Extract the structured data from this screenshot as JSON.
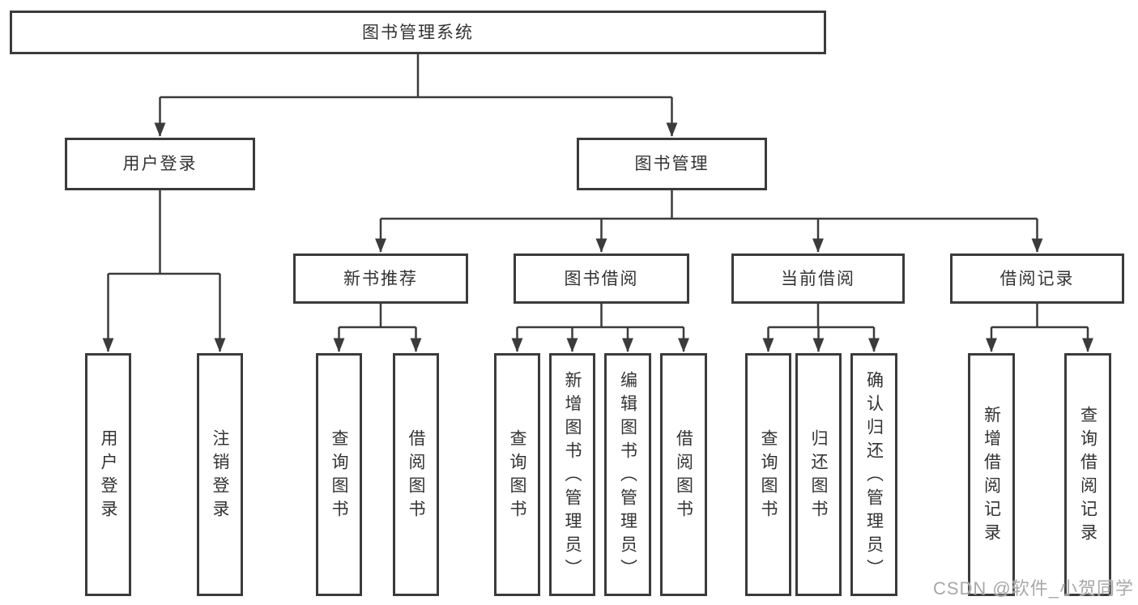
{
  "diagram": {
    "root": {
      "label": "图书管理系统"
    },
    "level2": [
      {
        "label": "用户登录"
      },
      {
        "label": "图书管理"
      }
    ],
    "level3": [
      {
        "label": "新书推荐"
      },
      {
        "label": "图书借阅"
      },
      {
        "label": "当前借阅"
      },
      {
        "label": "借阅记录"
      }
    ],
    "leaves": {
      "user_login": [
        "用户登录",
        "注销登录"
      ],
      "new_books": [
        "查询图书",
        "借阅图书"
      ],
      "book_borrow": [
        "查询图书",
        "新增图书（管理员）",
        "编辑图书（管理员）",
        "借阅图书"
      ],
      "current_borrow": [
        "查询图书",
        "归还图书",
        "确认归还（管理员）"
      ],
      "borrow_records": [
        "新增借阅记录",
        "查询借阅记录"
      ]
    }
  },
  "watermark": {
    "text": "CSDN @软件_小贺同学"
  },
  "colors": {
    "line": "#3b3b3b",
    "text": "#333333",
    "background": "#ffffff",
    "watermark": "#a8a8a8"
  }
}
